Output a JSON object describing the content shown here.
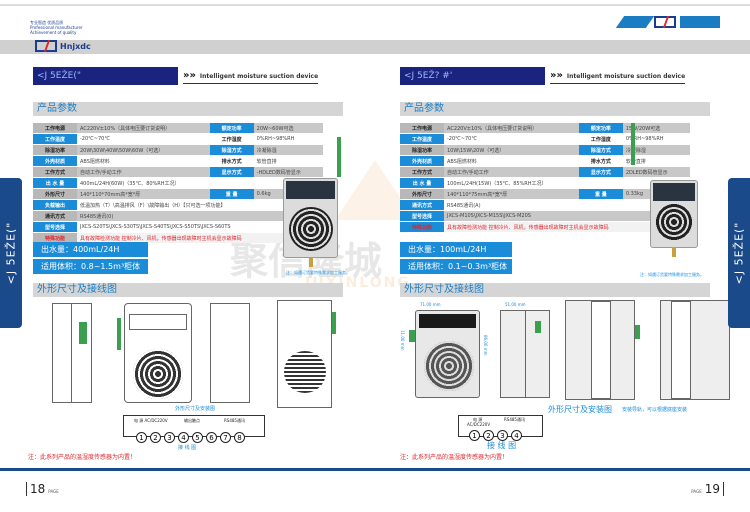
{
  "header": {
    "slogan_cn": "专业智造  优质品质",
    "slogan_en_1": "Professional manufacturer",
    "slogan_en_2": "Achievement of quality",
    "brand": "Hnjxdc",
    "brand_cn": "聚信隆城"
  },
  "left": {
    "title": "<J 5EŽE(\"",
    "subtitle": "Intelligent moisture suction device",
    "section_params": "产品参数",
    "specs": [
      {
        "k1": "工作电源",
        "v1": "AC220V±10%（具体电压要订货说明）",
        "k2": "额定功率",
        "v2": "20W~60W可选"
      },
      {
        "k1": "工作温度",
        "v1": "-20℃~70℃",
        "k2": "工作湿度",
        "v2": "0%RH~98%RH"
      },
      {
        "k1": "除湿功率",
        "v1": "20W\\30W\\40W\\50W\\60W（可选）",
        "k2": "除湿方式",
        "v2": "冷凝除湿"
      },
      {
        "k1": "外壳材质",
        "v1": "ABS阻燃材料",
        "k2": "排水方式",
        "v2": "软管直排"
      },
      {
        "k1": "工作方式",
        "v1": "自动工作/手动工作",
        "k2": "显示方式",
        "v2": "-HDLED数码管显示"
      },
      {
        "k1": "出 水 量",
        "v1": "400mL/24H(60W)（35℃、80%RH工况）"
      },
      {
        "k1": "外形尺寸",
        "v1": "140*110*70mm高*宽*厚",
        "k2": "重   量",
        "v2": "0.6kg"
      },
      {
        "k1": "负载输出",
        "v1": "低温加热（T）\\高温排风（F）\\故障输出（H）【只可选一项功能】"
      },
      {
        "k1": "通讯方式",
        "v1": "RS485通讯(0)"
      },
      {
        "k1": "型号选择",
        "v1": "JXCS-S20TS\\JXCS-S30TS\\JXCS-S40TS\\JXCS-S50TS\\JXCS-S60TS"
      },
      {
        "k1": "特殊功能",
        "v1": "具有故障检测功能 控制冷片、风机，传感器出现故障时主机会显示故障码"
      }
    ],
    "water_output": "出水量：400mL/24H",
    "volume": "适用体积：0.8~1.5m³柜体",
    "product_note": "注：如遇订货要特殊需求加工服务。",
    "section_dims": "外形尺寸及接线图",
    "install_caption": "外形尺寸及安装图",
    "wiring_labels": {
      "power": "电 源  AC/DC220V",
      "output": "输出触点",
      "rs485": "RS485通讯"
    },
    "terminals": [
      "1",
      "2",
      "3",
      "4",
      "5",
      "6",
      "7",
      "8"
    ],
    "wiring_caption": "接 线 图",
    "red_note": "注：此系列产品的温湿度传感器为内置！",
    "page_number": "18",
    "page_label": "PAGE",
    "side_tab": "<J 5EŽE(\""
  },
  "right": {
    "title": "<J 5EŽ? #'",
    "subtitle": "Intelligent moisture suction device",
    "section_params": "产品参数",
    "specs": [
      {
        "k1": "工作电源",
        "v1": "AC220V±10%（具体电压要订货说明）",
        "k2": "额定功率",
        "v2": "15W/20W可选"
      },
      {
        "k1": "工作温度",
        "v1": "-20℃~70℃",
        "k2": "工作湿度",
        "v2": "0%RH~98%RH"
      },
      {
        "k1": "除湿功率",
        "v1": "10W\\15W\\20W（可选）",
        "k2": "除湿方式",
        "v2": "冷凝除湿"
      },
      {
        "k1": "外壳材质",
        "v1": "ABS阻燃材料",
        "k2": "排水方式",
        "v2": "软管直排"
      },
      {
        "k1": "工作方式",
        "v1": "自动工作/手动工作",
        "k2": "显示方式",
        "v2": "2DLED数码管显示"
      },
      {
        "k1": "出 水 量",
        "v1": "100mL/24H(15W)（35℃、85%RH工况）"
      },
      {
        "k1": "外形尺寸",
        "v1": "140*110*75mm高*宽*厚",
        "k2": "重   量",
        "v2": "0.33kg"
      },
      {
        "k1": "通讯方式",
        "v1": "RS485通讯(A)"
      },
      {
        "k1": "型号选择",
        "v1": "JXCS-M10S\\JXCS-M15S\\JXCS-M20S"
      },
      {
        "k1": "特殊功能",
        "v1": "具有故障检测功能 控制冷片、风机，传感器出现故障时主机会显示故障码"
      }
    ],
    "water_output": "出水量：100mL/24H",
    "volume": "适用体积：0.1~0.3m³柜体",
    "product_note": "注：如遇订货要特殊需求加工服务。",
    "section_dims": "外形尺寸及接线图",
    "dims": {
      "width": "71.00 mm",
      "depth": "51.00 mm",
      "height": "86.00 mm",
      "top": "11.00 mm"
    },
    "install_caption": "外形尺寸及安装图",
    "rail_note": "安装导轨，可以根据底座安装",
    "wiring_labels": {
      "power": "电 源",
      "power_sub": "AC/DC220V",
      "rs485": "RS485通讯"
    },
    "terminals": [
      "1",
      "2",
      "3",
      "4"
    ],
    "wiring_caption": "接 线 图",
    "red_note": "注：此系列产品的温湿度传感器为内置！",
    "page_number": "19",
    "page_label": "PAGE",
    "side_tab": "<J 5EŽE(\""
  },
  "watermark": {
    "cn": "聚信隆城",
    "en": "JUXINLONG"
  },
  "colors": {
    "accent_blue": "#1a8cd8",
    "navy": "#1a237e",
    "dark_blue": "#1a4a8a",
    "red": "#e0262b",
    "gray": "#d0d0d0"
  }
}
